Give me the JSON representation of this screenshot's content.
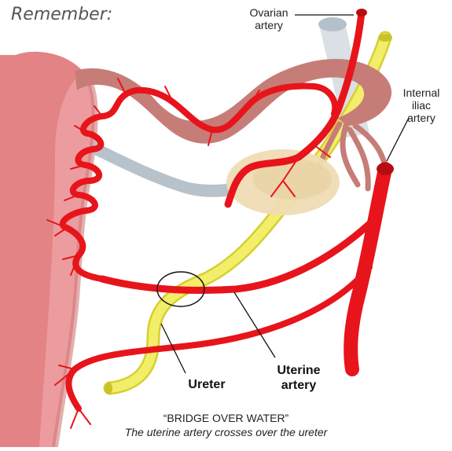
{
  "heading": "Remember:",
  "labels": {
    "ovarian_artery": [
      "Ovarian",
      "artery"
    ],
    "internal_iliac_artery": [
      "Internal",
      "iliac",
      "artery"
    ],
    "ureter": "Ureter",
    "uterine_artery": [
      "Uterine",
      "artery"
    ]
  },
  "caption": {
    "line1": "“BRIDGE OVER WATER”",
    "line2": "The uterine artery crosses over the ureter"
  },
  "colors": {
    "artery": "#e8141b",
    "ureter": "#e8e34a",
    "uterus": "#e99a9c",
    "tube": "#c9807c",
    "ovary": "#efdcb4",
    "ligament": "#c4ccd3"
  }
}
